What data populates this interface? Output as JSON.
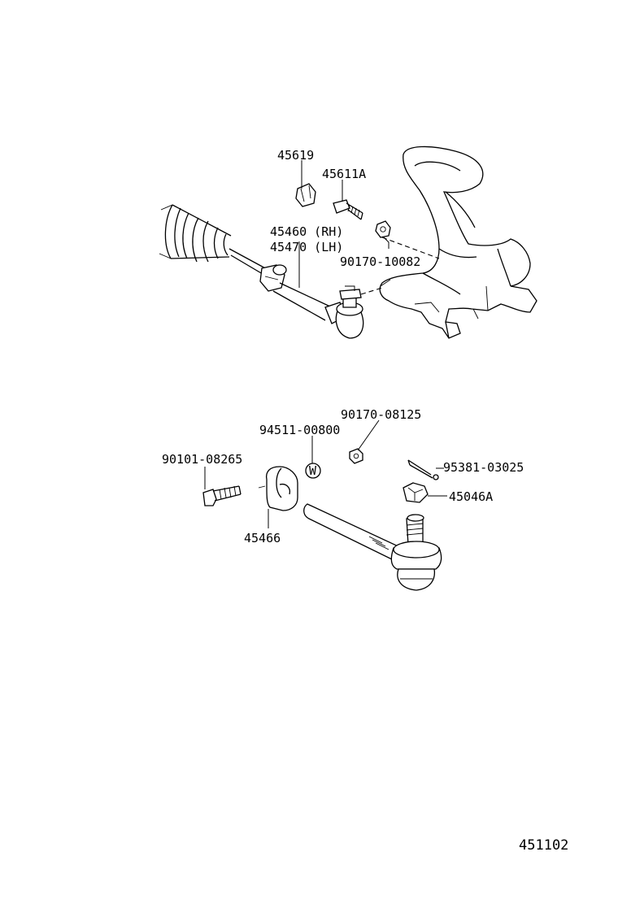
{
  "labels": {
    "p45619": "45619",
    "p45611a": "45611A",
    "p45460": "45460 (RH)",
    "p45470": "45470 (LH)",
    "p90170_10082": "90170-10082",
    "p90170_08125": "90170-08125",
    "p94511": "94511-00800",
    "p90101": "90101-08265",
    "p95381": "95381-03025",
    "p45046a": "45046A",
    "p45466": "45466"
  },
  "washer_mark": "W",
  "figure_number": "451102"
}
